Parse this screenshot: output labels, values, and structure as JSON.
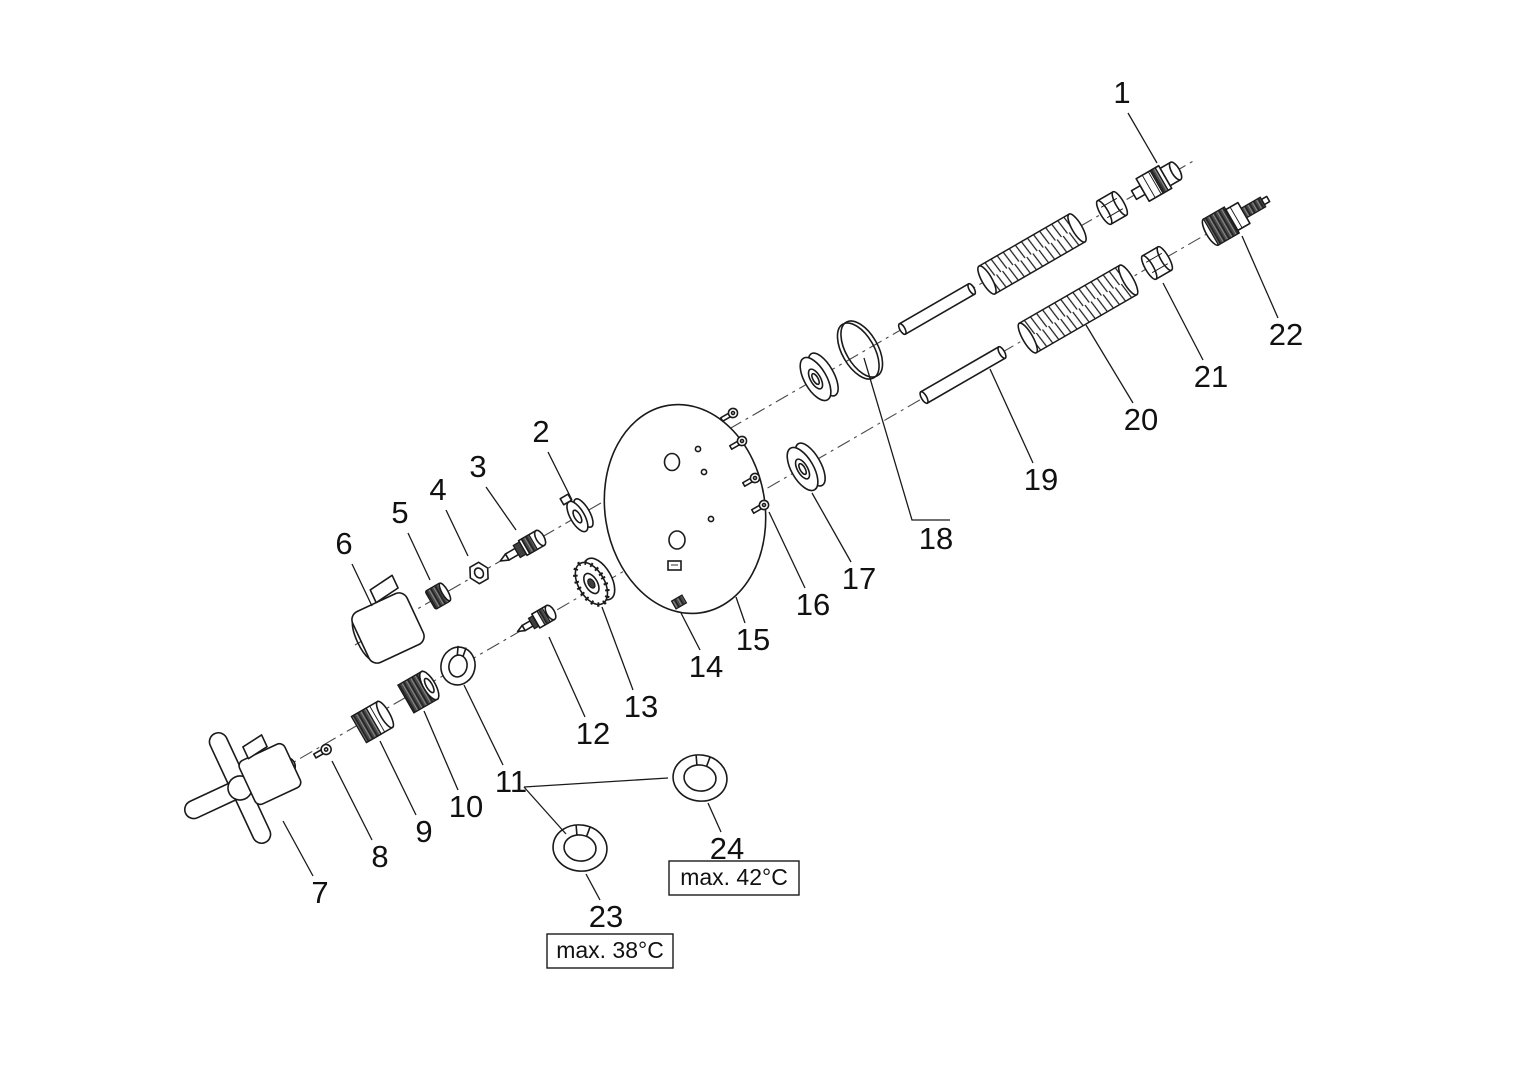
{
  "figure": {
    "type": "exploded-parts-diagram",
    "background": "#ffffff",
    "colors": {
      "line": "#1a1a1a",
      "dark_fill": "#3f3f3f"
    },
    "callouts": [
      {
        "label": "1"
      },
      {
        "label": "2"
      },
      {
        "label": "3"
      },
      {
        "label": "4"
      },
      {
        "label": "5"
      },
      {
        "label": "6"
      },
      {
        "label": "7"
      },
      {
        "label": "8"
      },
      {
        "label": "9"
      },
      {
        "label": "10"
      },
      {
        "label": "11"
      },
      {
        "label": "12"
      },
      {
        "label": "13"
      },
      {
        "label": "14"
      },
      {
        "label": "15"
      },
      {
        "label": "16"
      },
      {
        "label": "17"
      },
      {
        "label": "18"
      },
      {
        "label": "19"
      },
      {
        "label": "20"
      },
      {
        "label": "21"
      },
      {
        "label": "22"
      },
      {
        "label": "23"
      },
      {
        "label": "24"
      }
    ],
    "notes": [
      {
        "text": "max. 38°C",
        "for_callout": "23"
      },
      {
        "text": "max. 42°C",
        "for_callout": "24"
      }
    ]
  }
}
